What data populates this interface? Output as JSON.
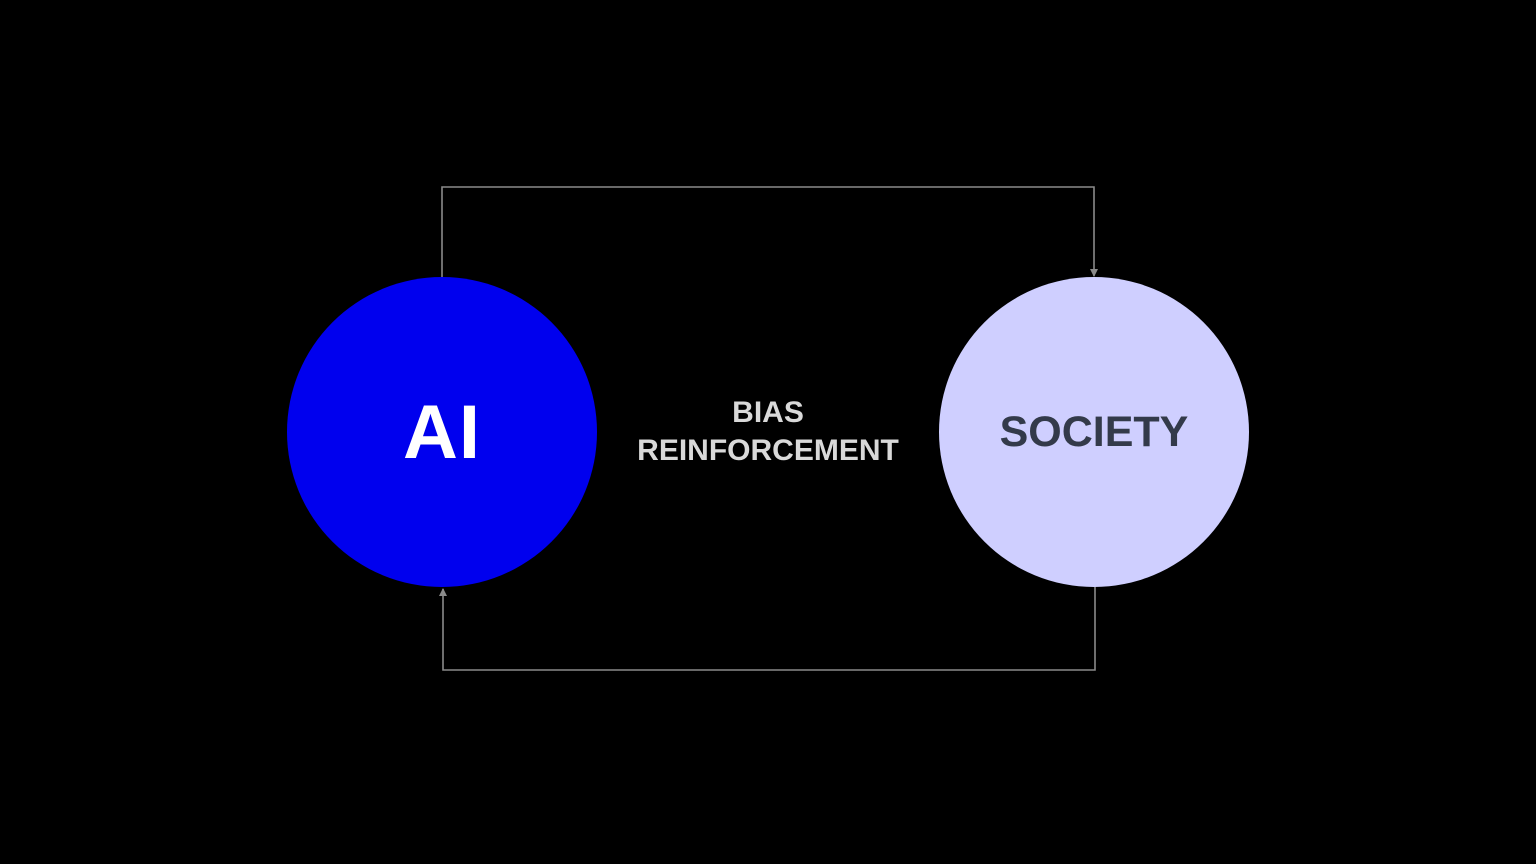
{
  "diagram": {
    "type": "feedback-loop",
    "center_label": {
      "line1": "BIAS",
      "line2": "REINFORCEMENT"
    },
    "nodes": [
      {
        "id": "ai",
        "label": "AI",
        "fill": "#0000ee",
        "text_color": "#ffffff"
      },
      {
        "id": "society",
        "label": "SOCIETY",
        "fill": "#cfcfff",
        "text_color": "#333a4a"
      }
    ],
    "edges": [
      {
        "from": "ai",
        "to": "society",
        "route": "top"
      },
      {
        "from": "society",
        "to": "ai",
        "route": "bottom"
      }
    ]
  },
  "colors": {
    "background": "#000000",
    "connector": "#8a8a8a",
    "label": "#d9d9d9"
  }
}
